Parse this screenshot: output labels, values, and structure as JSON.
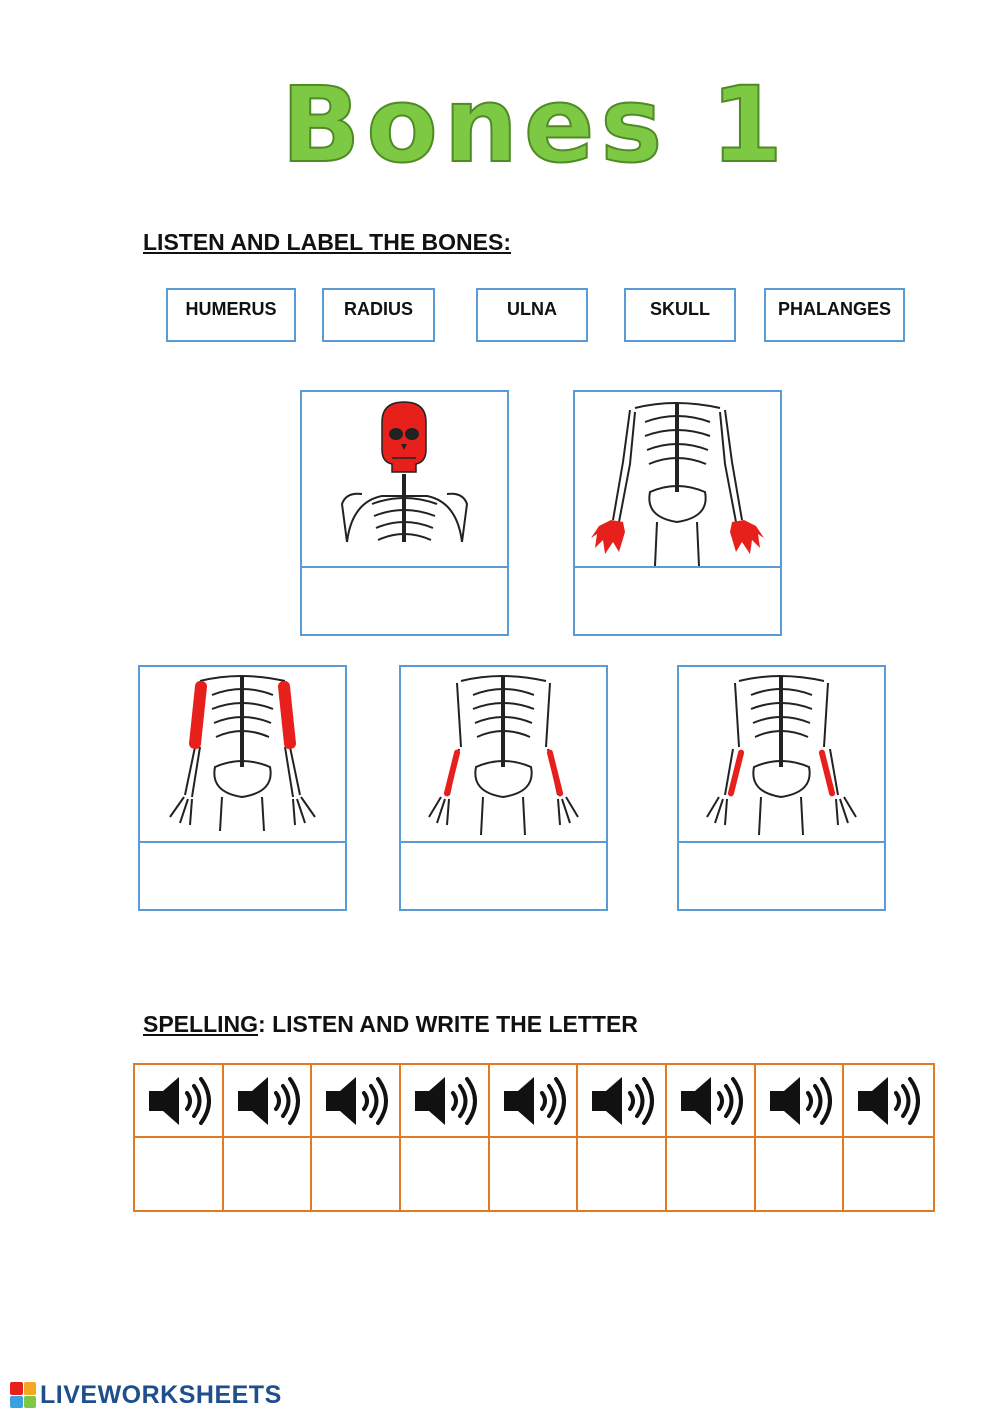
{
  "title": "Bones 1",
  "section1": {
    "heading": "LISTEN AND LABEL THE BONES:"
  },
  "word_bank": [
    "HUMERUS",
    "RADIUS",
    "ULNA",
    "SKULL",
    "PHALANGES"
  ],
  "cards": [
    {
      "highlight": "skull"
    },
    {
      "highlight": "hands"
    },
    {
      "highlight": "upper-arm"
    },
    {
      "highlight": "forearm-outer"
    },
    {
      "highlight": "forearm-inner"
    }
  ],
  "section2": {
    "heading_underlined": "SPELLING",
    "heading_rest": ": LISTEN AND WRITE THE LETTER"
  },
  "spelling": {
    "count": 9,
    "icon": "speaker-icon"
  },
  "footer": {
    "brand": "LIVEWORKSHEETS"
  },
  "colors": {
    "title": "#7dc944",
    "box_border": "#5b9bd5",
    "grid_border": "#e07b24",
    "highlight": "#e8201c",
    "brand": "#1e4e8c"
  }
}
